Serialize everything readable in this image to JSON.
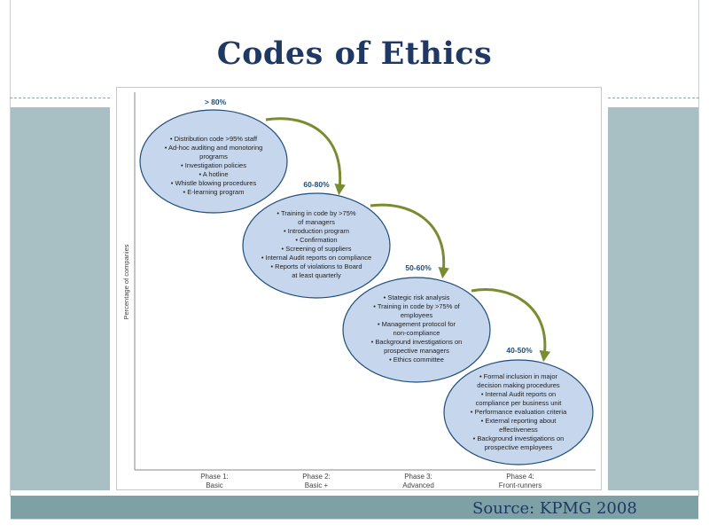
{
  "slide": {
    "title": "Codes of Ethics",
    "source": "Source: KPMG 2008"
  },
  "diagram": {
    "y_axis_label": "Percentage of companies",
    "phases": [
      {
        "line1": "Phase 1:",
        "line2": "Basic"
      },
      {
        "line1": "Phase 2:",
        "line2": "Basic +"
      },
      {
        "line1": "Phase 3:",
        "line2": "Advanced"
      },
      {
        "line1": "Phase 4:",
        "line2": "Front-runners"
      }
    ],
    "stages": [
      {
        "percent": "> 80%",
        "items": [
          "• Distribution code >95% staff",
          "• Ad-hoc auditing and monotoring",
          "programs",
          "• Investigation policies",
          "• A hotline",
          "• Whistle blowing procedures",
          "• E-learning program"
        ]
      },
      {
        "percent": "60-80%",
        "items": [
          "• Training in code by >75%",
          "of managers",
          "• Introduction program",
          "• Confirmation",
          "• Screening of suppliers",
          "• Internal Audit reports on compliance",
          "• Reports of violations to Board",
          "at least quarterly"
        ]
      },
      {
        "percent": "50-60%",
        "items": [
          "• Stategic risk analysis",
          "• Training in code by >75% of",
          "employees",
          "• Management protocol for",
          "non-compliance",
          "• Background investigations on",
          "prospective managers",
          "• Ethics committee"
        ]
      },
      {
        "percent": "40-50%",
        "items": [
          "• Formal inclusion in major",
          "decision making procedures",
          "• Internal Audit reports on",
          "compliance per business unit",
          "• Performance evaluation criteria",
          "• External reporting about",
          "effectiveness",
          "• Background investigations on",
          "prospective employees"
        ]
      }
    ],
    "colors": {
      "ellipse_fill": "#c6d6ec",
      "ellipse_stroke": "#1f4e79",
      "arrow": "#7a8c32",
      "percent_text": "#1f4e79"
    }
  }
}
